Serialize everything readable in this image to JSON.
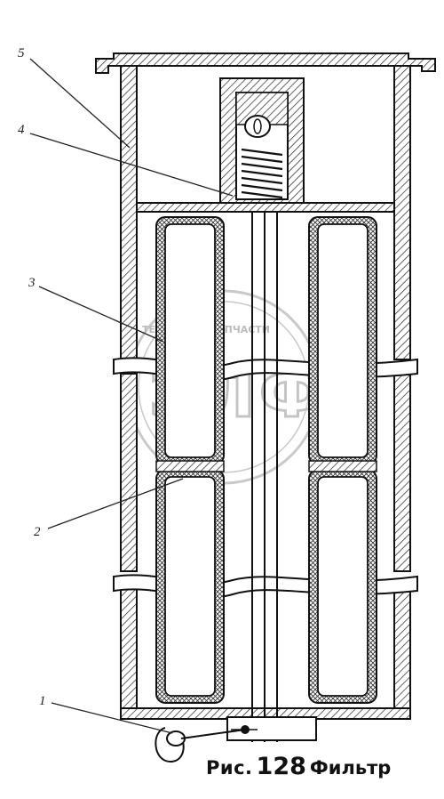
{
  "figure": {
    "callouts": [
      {
        "id": "5",
        "label": "5"
      },
      {
        "id": "4",
        "label": "4"
      },
      {
        "id": "3",
        "label": "3"
      },
      {
        "id": "2",
        "label": "2"
      },
      {
        "id": "1",
        "label": "1"
      }
    ],
    "caption": {
      "prefix": "Рис.",
      "number": "128",
      "title": "Фильтр"
    },
    "watermark": {
      "arc_text": "ТЕХНИКА И ЗАПЧАСТИ",
      "logo_letters": "ЭЛФ"
    }
  }
}
